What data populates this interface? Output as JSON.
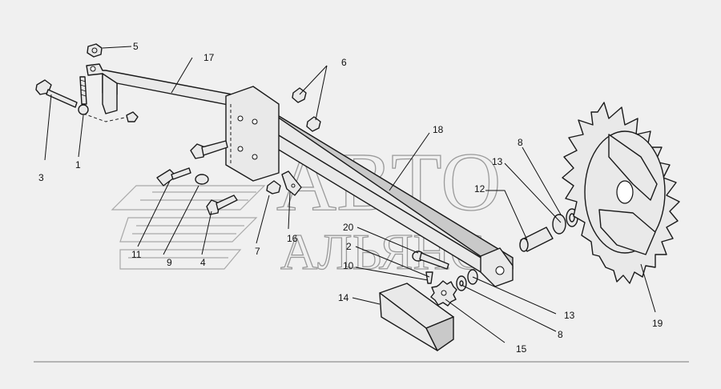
{
  "diagram": {
    "callouts": [
      {
        "id": "5",
        "label": "5"
      },
      {
        "id": "17",
        "label": "17"
      },
      {
        "id": "6",
        "label": "6"
      },
      {
        "id": "3",
        "label": "3"
      },
      {
        "id": "1",
        "label": "1"
      },
      {
        "id": "18",
        "label": "18"
      },
      {
        "id": "8a",
        "label": "8"
      },
      {
        "id": "13a",
        "label": "13"
      },
      {
        "id": "12",
        "label": "12"
      },
      {
        "id": "11",
        "label": "11"
      },
      {
        "id": "9",
        "label": "9"
      },
      {
        "id": "4",
        "label": "4"
      },
      {
        "id": "7",
        "label": "7"
      },
      {
        "id": "16",
        "label": "16"
      },
      {
        "id": "20",
        "label": "20"
      },
      {
        "id": "2",
        "label": "2"
      },
      {
        "id": "10",
        "label": "10"
      },
      {
        "id": "14",
        "label": "14"
      },
      {
        "id": "15",
        "label": "15"
      },
      {
        "id": "13b",
        "label": "13"
      },
      {
        "id": "8b",
        "label": "8"
      },
      {
        "id": "19",
        "label": "19"
      }
    ]
  },
  "watermark": {
    "line1": "АВТО",
    "line2": "АЛЬЯНС"
  }
}
